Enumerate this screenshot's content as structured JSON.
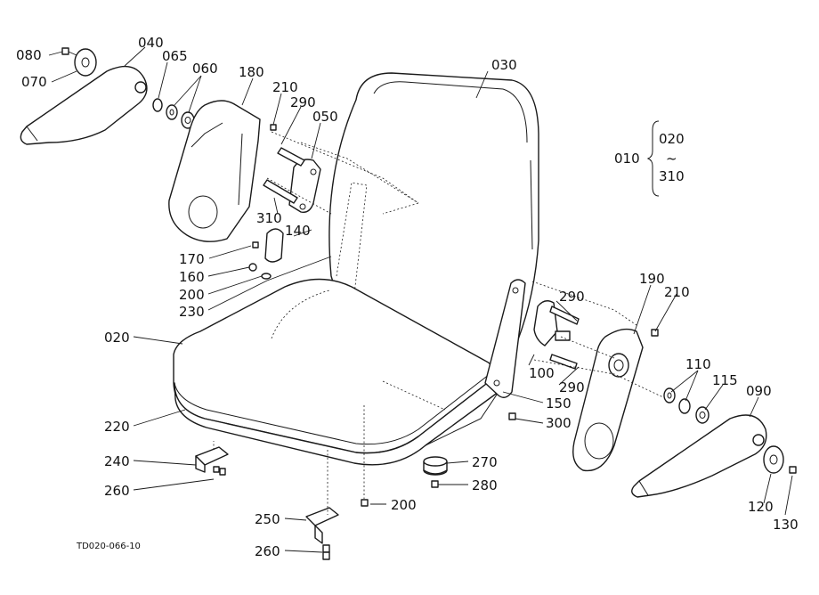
{
  "drawing_code": "TD020-066-10",
  "callouts": {
    "c080": "080",
    "c070": "070",
    "c040": "040",
    "c065": "065",
    "c060": "060",
    "c180": "180",
    "c210a": "210",
    "c290a": "290",
    "c050": "050",
    "c030": "030",
    "c310": "310",
    "c140": "140",
    "c170": "170",
    "c160": "160",
    "c200a": "200",
    "c230": "230",
    "c020": "020",
    "c220": "220",
    "c240": "240",
    "c260a": "260",
    "c250": "250",
    "c260b": "260",
    "c200b": "200",
    "c270": "270",
    "c280": "280",
    "c300": "300",
    "c150": "150",
    "c100": "100",
    "c290b": "290",
    "c290c": "290",
    "c190": "190",
    "c210b": "210",
    "c110": "110",
    "c115": "115",
    "c090": "090",
    "c120": "120",
    "c130": "130"
  },
  "range_note": {
    "assembly": "010",
    "from": "020",
    "tilde": "~",
    "to": "310"
  }
}
